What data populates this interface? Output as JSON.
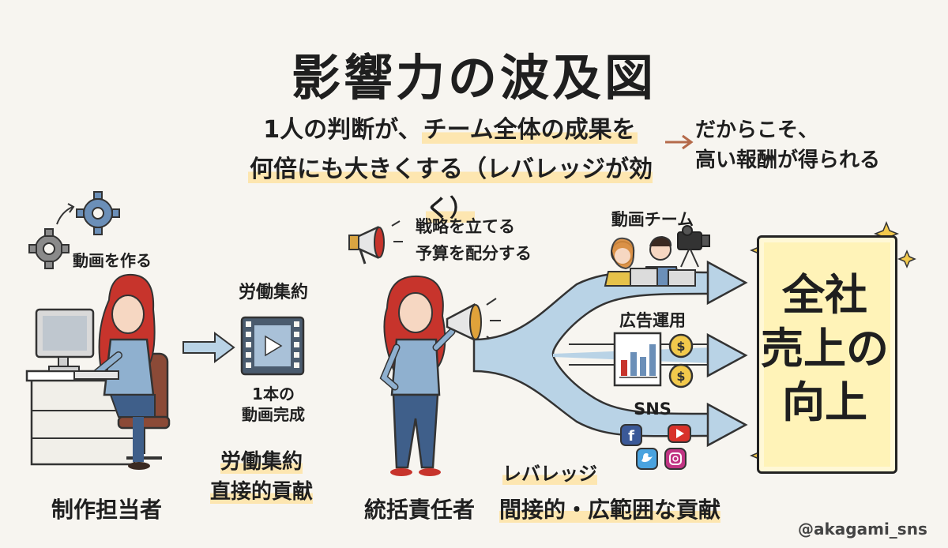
{
  "title": "影響力の波及図",
  "lead": {
    "line1_pre": "1人の判断が、",
    "line1_hl": "チーム全体の成果を",
    "line2_hl": "何倍にも大きくする（レバレッジが効く）"
  },
  "result": {
    "line1": "だからこそ、",
    "line2": "高い報酬が得られる"
  },
  "left": {
    "gear_caption": "動画を作る",
    "work_label": "労働集約",
    "output_line1": "1本の",
    "output_line2": "動画完成",
    "badge_line1": "労働集約",
    "badge_line2": "直接的貢献",
    "role": "制作担当者"
  },
  "center": {
    "task1": "戦略を立てる",
    "task2": "予算を配分する",
    "role": "統括責任者",
    "leverage_label": "レバレッジ",
    "impact_label": "間接的・広範囲な貢献"
  },
  "branches": [
    {
      "label": "動画チーム"
    },
    {
      "label": "広告運用"
    },
    {
      "label": "SNS"
    }
  ],
  "goal": {
    "line1": "全社",
    "line2": "売上の",
    "line3": "向上"
  },
  "credit": "@akagami_sns",
  "colors": {
    "accent_underline": "#fde6b0",
    "flow_blue": "#b9d3e6",
    "goal_yellow": "#fff3b8",
    "hair_red": "#c7342c",
    "shirt_blue": "#8fb0cf"
  }
}
